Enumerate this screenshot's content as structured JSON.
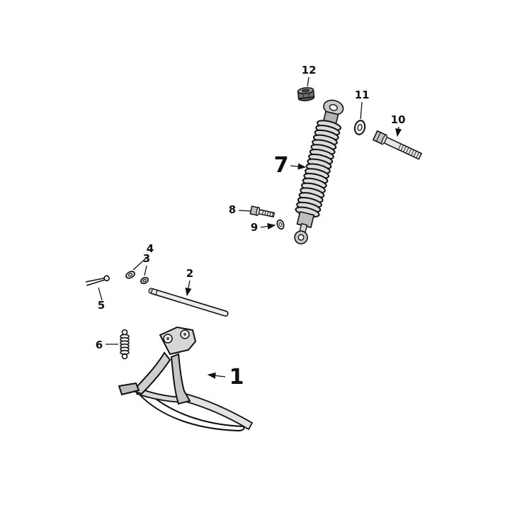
{
  "diagram": {
    "background_color": "#ffffff",
    "line_color": "#111111",
    "callouts": {
      "c1": "1",
      "c2": "2",
      "c3": "3",
      "c4": "4",
      "c5": "5",
      "c6": "6",
      "c7": "7",
      "c8": "8",
      "c9": "9",
      "c10": "10",
      "c11": "11",
      "c12": "12"
    },
    "parts": {
      "p1": "center-stand",
      "p2": "pivot-rod",
      "p3": "nut",
      "p4": "washer",
      "p5": "cotter-pin",
      "p6": "return-spring",
      "p7": "shock-absorber",
      "p8": "bolt",
      "p9": "washer",
      "p10": "bolt",
      "p11": "washer",
      "p12": "nut"
    }
  }
}
